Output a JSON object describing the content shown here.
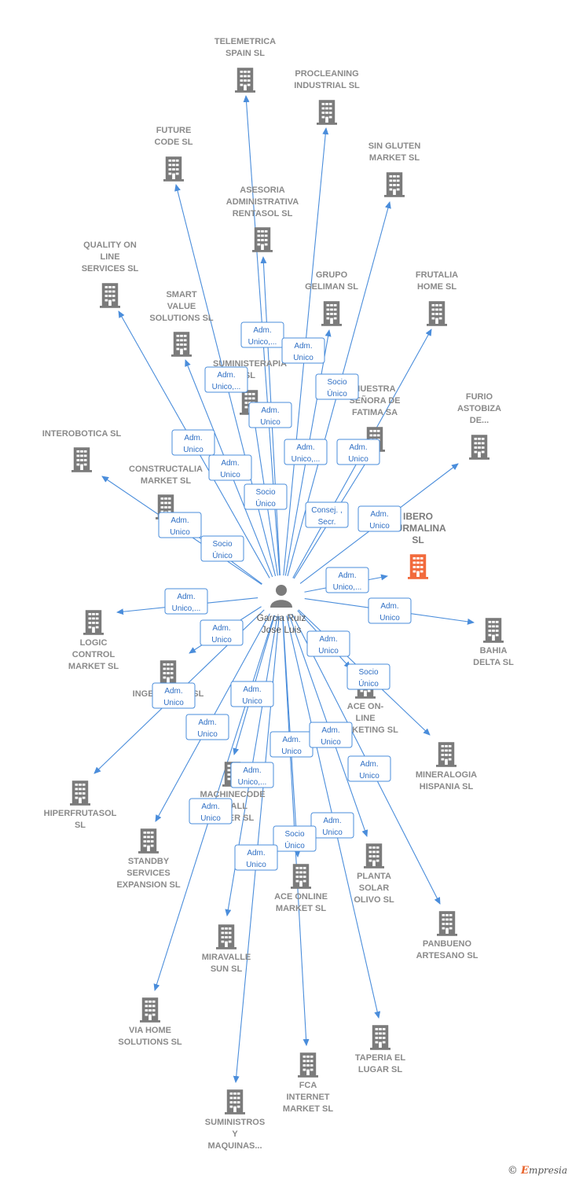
{
  "colors": {
    "edge": "#4a8ddb",
    "building": "#7b7b7b",
    "focus_building": "#f26a3c",
    "person": "#7b7b7b"
  },
  "center": {
    "name_lines": [
      "Garcia Ruiz",
      "Jose Luis"
    ],
    "icon": "person-icon"
  },
  "companies": [
    {
      "id": "telemetrica",
      "lines": [
        "TELEMETRICA",
        "SPAIN  SL"
      ]
    },
    {
      "id": "procleaning",
      "lines": [
        "PROCLEANING",
        "INDUSTRIAL SL"
      ]
    },
    {
      "id": "future-code",
      "lines": [
        "FUTURE",
        "CODE  SL"
      ]
    },
    {
      "id": "sin-gluten",
      "lines": [
        "SIN GLUTEN",
        "MARKET  SL"
      ]
    },
    {
      "id": "asesoria",
      "lines": [
        "ASESORIA",
        "ADMINISTRATIVA",
        "RENTASOL SL"
      ]
    },
    {
      "id": "quality-on-line",
      "lines": [
        "QUALITY ON",
        "LINE",
        "SERVICES  SL"
      ]
    },
    {
      "id": "grupo-geliman",
      "lines": [
        "GRUPO",
        "GELIMAN  SL"
      ]
    },
    {
      "id": "frutalia",
      "lines": [
        "FRUTALIA",
        "HOME  SL"
      ]
    },
    {
      "id": "smart-value",
      "lines": [
        "SMART",
        "VALUE",
        "SOLUTIONS SL"
      ]
    },
    {
      "id": "suministerapia",
      "lines": [
        "SUMINISTERAPIA",
        "SL"
      ]
    },
    {
      "id": "nuestra-senora",
      "lines": [
        "NUESTRA",
        "SEÑORA DE",
        "FATIMA SA"
      ]
    },
    {
      "id": "furio",
      "lines": [
        "FURIO",
        "ASTOBIZA",
        "DE..."
      ]
    },
    {
      "id": "interobotica",
      "lines": [
        "INTEROBOTICA SL"
      ]
    },
    {
      "id": "constructalia",
      "lines": [
        "CONSTRUCTALIA",
        "MARKET  SL"
      ]
    },
    {
      "id": "ibero",
      "lines": [
        "IBERO",
        "TURMALINA",
        "SL"
      ],
      "focus": true
    },
    {
      "id": "logic-control",
      "lines": [
        "LOGIC",
        "CONTROL",
        "MARKET  SL"
      ]
    },
    {
      "id": "bahia-delta",
      "lines": [
        "BAHIA",
        "DELTA SL"
      ]
    },
    {
      "id": "ingenieria",
      "lines": [
        "INGENIERIA Z SL"
      ]
    },
    {
      "id": "ace-on-line-marketing",
      "lines": [
        "ACE ON-",
        "LINE",
        "MARKETING SL"
      ]
    },
    {
      "id": "mineralogia",
      "lines": [
        "MINERALOGIA",
        "HISPANIA  SL"
      ]
    },
    {
      "id": "hiperfrutasol",
      "lines": [
        "HIPERFRUTASOL",
        "SL"
      ]
    },
    {
      "id": "machinecode",
      "lines": [
        "MACHINECODE",
        "SMALL",
        "LASER  SL"
      ]
    },
    {
      "id": "standby",
      "lines": [
        "STANDBY",
        "SERVICES",
        "EXPANSION SL"
      ]
    },
    {
      "id": "ace-online-market",
      "lines": [
        "ACE ONLINE",
        "MARKET SL"
      ]
    },
    {
      "id": "planta-solar",
      "lines": [
        "PLANTA",
        "SOLAR",
        "OLIVO SL"
      ]
    },
    {
      "id": "panbueno",
      "lines": [
        "PANBUENO",
        "ARTESANO  SL"
      ]
    },
    {
      "id": "miravalle",
      "lines": [
        "MIRAVALLE",
        "SUN  SL"
      ]
    },
    {
      "id": "via-home",
      "lines": [
        "VIA HOME",
        "SOLUTIONS SL"
      ]
    },
    {
      "id": "taperia",
      "lines": [
        "TAPERIA EL",
        "LUGAR SL"
      ]
    },
    {
      "id": "fca-internet",
      "lines": [
        "FCA",
        "INTERNET",
        "MARKET  SL"
      ]
    },
    {
      "id": "suministros",
      "lines": [
        "SUMINISTROS",
        "Y",
        "MAQUINAS..."
      ]
    }
  ],
  "relations": [
    {
      "target": "telemetrica",
      "lines": [
        "Adm.",
        "Unico,..."
      ]
    },
    {
      "target": "procleaning",
      "lines": [
        "Adm.",
        "Unico"
      ]
    },
    {
      "target": "future-code",
      "lines": [
        "Adm.",
        "Unico,..."
      ]
    },
    {
      "target": "sin-gluten",
      "lines": [
        "Socio",
        "Único"
      ]
    },
    {
      "target": "asesoria",
      "lines": [
        "Adm.",
        "Unico"
      ]
    },
    {
      "target": "quality-on-line",
      "lines": [
        "Adm.",
        "Unico"
      ]
    },
    {
      "target": "grupo-geliman",
      "lines": [
        "Adm.",
        "Unico,..."
      ]
    },
    {
      "target": "frutalia",
      "lines": [
        "Adm.",
        "Unico"
      ]
    },
    {
      "target": "smart-value",
      "lines": [
        "Adm.",
        "Unico"
      ]
    },
    {
      "target": "suministerapia",
      "lines": [
        "Socio",
        "Único"
      ]
    },
    {
      "target": "nuestra-senora",
      "lines": [
        "Consej. ,",
        "Secr."
      ]
    },
    {
      "target": "furio",
      "lines": [
        "Adm.",
        "Unico"
      ]
    },
    {
      "target": "interobotica",
      "lines": [
        "Adm.",
        "Unico"
      ]
    },
    {
      "target": "constructalia",
      "lines": [
        "Socio",
        "Único"
      ]
    },
    {
      "target": "ibero",
      "lines": [
        "Adm.",
        "Unico,..."
      ]
    },
    {
      "target": "logic-control",
      "lines": [
        "Adm.",
        "Unico,..."
      ]
    },
    {
      "target": "bahia-delta",
      "lines": [
        "Adm.",
        "Unico"
      ]
    },
    {
      "target": "ingenieria",
      "lines": [
        "Adm.",
        "Unico"
      ]
    },
    {
      "target": "ace-on-line-marketing",
      "lines": [
        "Adm.",
        "Unico"
      ]
    },
    {
      "target": "mineralogia",
      "lines": [
        "Socio",
        "Único"
      ]
    },
    {
      "target": "hiperfrutasol",
      "lines": [
        "Adm.",
        "Unico"
      ]
    },
    {
      "target": "machinecode",
      "lines": [
        "Adm.",
        "Unico"
      ]
    },
    {
      "target": "standby",
      "lines": [
        "Adm.",
        "Unico"
      ]
    },
    {
      "target": "ace-online-market",
      "lines": [
        "Adm.",
        "Unico"
      ]
    },
    {
      "target": "planta-solar",
      "lines": [
        "Adm.",
        "Unico"
      ]
    },
    {
      "target": "panbueno",
      "lines": [
        "Adm.",
        "Unico"
      ]
    },
    {
      "target": "miravalle",
      "lines": [
        "Adm.",
        "Unico,..."
      ]
    },
    {
      "target": "via-home",
      "lines": [
        "Adm.",
        "Unico"
      ]
    },
    {
      "target": "taperia",
      "lines": [
        "Adm.",
        "Unico"
      ]
    },
    {
      "target": "fca-internet",
      "lines": [
        "Socio",
        "Único"
      ]
    },
    {
      "target": "suministros",
      "lines": [
        "Adm.",
        "Unico"
      ]
    }
  ],
  "credit": {
    "symbol": "©",
    "brand_initial": "E",
    "brand_rest": "mpresia"
  }
}
